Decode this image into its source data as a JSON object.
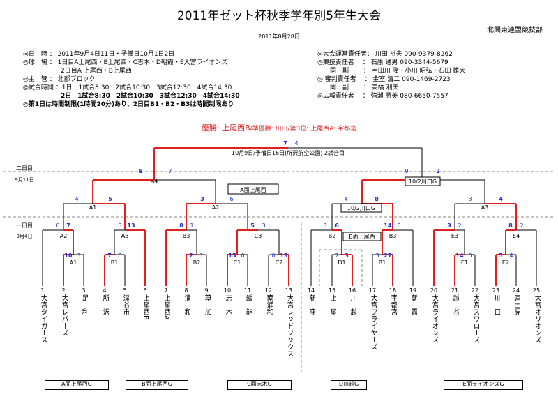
{
  "title": "2011年ゼット杯秋季学年別5年生大会",
  "org": "北関東連盟競技部",
  "date": "2011年8月28日",
  "info_left": [
    "◎日　時 ： 2011年9月4日11日・予備日10月1日2日",
    "◎球　場 ： 1日目A上尾西・B上尾西・C志木・D朝霞・E大宮ライオンズ",
    "　　　　　　2日目A 上尾西・B上尾西",
    "◎主　管 ： 北部ブロック",
    "◎試合時間 ：1日　1試合8:30　2試合10:30　3試合12:30　4試合14:30",
    "　　　　　　2日　1試合8:30　2試合10:30　3試合12:30　4試合14:30",
    "◎第1日は時間制限(1時間20分)あり、2日目B1・B2・B3は時間制限あり"
  ],
  "info_right": [
    "◎大会運営責任者： 川田 裕夫 090-9379-8262",
    "◎競技責任者　 ： 石原 通男 090-3344-5679",
    "　　同　副　　 ： 宇田川 隆・小川 昭弘・石田 雄大",
    "◎ 審判責任者　 ： 金室 清二 090-1469-2723",
    "　　同　副　　 ： 高橋 利夫",
    "◎広報責任者　 ： 強瀬 勝美 080-6650-7557"
  ],
  "champion": {
    "main": "優勝: 上尾西B",
    "rest": "/準優勝: 川口/第3位: 上尾西A: 宇都宮"
  },
  "day_labels": {
    "day2": "二日目",
    "day2_date": "9月11日",
    "day1": "一日目",
    "day1_date": "9月4日"
  },
  "final_note": "10月9日/予備日16日(所沢航空公園) 2試合目",
  "venue_boxes": [
    "A面上尾西",
    "10/2川口G",
    "10/2川口G",
    "B面上尾西"
  ],
  "match_labels": [
    "A4",
    "A1",
    "A2",
    "A3",
    "A2",
    "A3",
    "B3",
    "C3",
    "A1",
    "B1",
    "B2",
    "C1",
    "C2",
    "B2",
    "B3",
    "D1",
    "B1",
    "E3",
    "E4",
    "E1",
    "E2"
  ],
  "scores": [
    "7",
    "4",
    "8",
    "7",
    "4",
    "5",
    "3",
    "6",
    "9",
    "2",
    "4",
    "8",
    "3",
    "4",
    "0",
    "7",
    "3",
    "13",
    "8",
    "1",
    "5",
    "3",
    "1",
    "6",
    "14",
    "0",
    "3",
    "2",
    "8",
    "2",
    "10",
    "3",
    "7",
    "0",
    "2",
    "1",
    "15",
    "0",
    "0",
    "13",
    "2",
    "3",
    "3",
    "27",
    "14",
    "0",
    "5",
    "4"
  ],
  "teams": [
    {
      "num": "1",
      "name": "大宮タイガース"
    },
    {
      "num": "2",
      "name": "大宮レバーズ"
    },
    {
      "num": "3",
      "name": "足　利"
    },
    {
      "num": "4",
      "name": "所　沢"
    },
    {
      "num": "5",
      "name": "深谷市"
    },
    {
      "num": "6",
      "name": "上尾西B"
    },
    {
      "num": "7",
      "name": "上尾西A"
    },
    {
      "num": "8",
      "name": "浦　和"
    },
    {
      "num": "9",
      "name": "草　加"
    },
    {
      "num": "10",
      "name": "志　木"
    },
    {
      "num": "11",
      "name": "飯　能"
    },
    {
      "num": "12",
      "name": "南浦和"
    },
    {
      "num": "13",
      "name": "大宮レッドソックス"
    },
    {
      "num": "14",
      "name": "新　座"
    },
    {
      "num": "15",
      "name": "上　尾"
    },
    {
      "num": "16",
      "name": "川　越"
    },
    {
      "num": "17",
      "name": "大宮フライヤーズ"
    },
    {
      "num": "18",
      "name": "宇都宮"
    },
    {
      "num": "19",
      "name": "朝　霞"
    },
    {
      "num": "20",
      "name": "大宮ライオンズ"
    },
    {
      "num": "21",
      "name": "越　谷"
    },
    {
      "num": "22",
      "name": "大宮スワローズ"
    },
    {
      "num": "23",
      "name": "川　口"
    },
    {
      "num": "24",
      "name": "富士見"
    },
    {
      "num": "25",
      "name": "大宮オリオンズ"
    }
  ],
  "field_boxes": [
    "A面上尾西G",
    "B面上尾西G",
    "C面志木G",
    "D川越G",
    "E面ライオンズG"
  ],
  "colors": {
    "win": "#e02020",
    "score": "#1d2fc8",
    "line": "#000000",
    "dash": "#888888"
  }
}
